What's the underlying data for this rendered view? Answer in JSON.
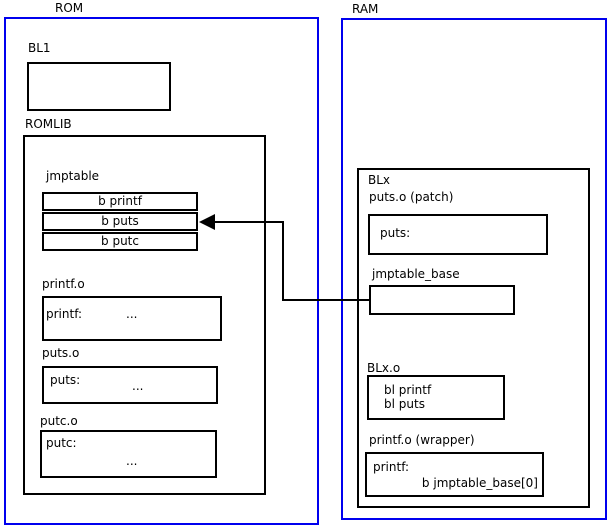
{
  "rom": {
    "label": "ROM",
    "bl1": {
      "label": "BL1"
    },
    "romlib": {
      "label": "ROMLIB",
      "jmptable": {
        "label": "jmptable",
        "rows": [
          "b printf",
          "b puts",
          "b putc"
        ]
      },
      "objects": [
        {
          "label": "printf.o",
          "symbol": "printf:",
          "body": "..."
        },
        {
          "label": "puts.o",
          "symbol": "puts:",
          "body": "..."
        },
        {
          "label": "putc.o",
          "symbol": "putc:",
          "body": "..."
        }
      ]
    }
  },
  "ram": {
    "label": "RAM",
    "blx": {
      "label": "BLx",
      "puts_patch": {
        "label": "puts.o (patch)",
        "symbol": "puts:"
      },
      "jmptable_base": {
        "label": "jmptable_base"
      },
      "blx_o": {
        "label": "BLx.o",
        "instructions": [
          "bl printf",
          "bl puts"
        ]
      },
      "printf_wrapper": {
        "label": "printf.o (wrapper)",
        "symbol": "printf:",
        "instruction": "b jmptable_base[0]"
      }
    }
  },
  "arrow": {
    "from": "jmptable_base",
    "to": "jmptable row b puts"
  },
  "colors": {
    "region_border": "#0000ee",
    "box_border": "#000000",
    "background": "#ffffff",
    "text": "#000000"
  }
}
